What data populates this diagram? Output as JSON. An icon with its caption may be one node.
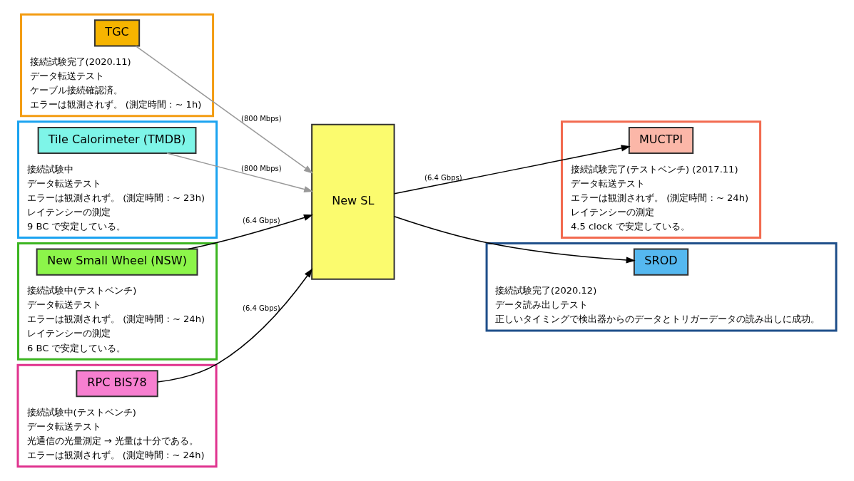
{
  "diagram": {
    "nodes": [
      {
        "text": [
          "接続試験完了(2020.11)",
          "データ転送テスト",
          "ケーブル接続確認済。",
          "エラーは観測されず。 (測定時間 : ~ 1h)"
        ]
      },
      {
        "text": [
          "TGC"
        ],
        "in": 0
      },
      {
        "text": [
          "接続試験中",
          "データ転送テスト",
          "エラーは観測されず。 (測定時間 : ~ 23h)",
          "レイテンシーの測定",
          "9 BC で安定している。"
        ]
      },
      {
        "text": [
          "Tile Calorimeter (TMDB)"
        ],
        "in": 2
      },
      {
        "text": [
          "New SL"
        ]
      },
      {
        "text": [
          "接続試験完了(テストベンチ) (2017.11)",
          "データ転送テスト",
          "エラーは観測されず。 (測定時間 : ~ 24h)",
          "レイテンシーの測定",
          "4.5 clock で安定している。"
        ]
      },
      {
        "text": [
          "MUCTPI"
        ],
        "in": 5
      },
      {
        "text": [
          "接続試験中(テストベンチ)",
          "データ転送テスト",
          "エラーは観測されず。 (測定時間 : ~ 24h)",
          "レイテンシーの測定",
          "6 BC で安定している。"
        ]
      },
      {
        "text": [
          "New Small Wheel (NSW)"
        ],
        "in": 7
      },
      {
        "text": [
          "接続試験中(テストベンチ)",
          "データ転送テスト",
          "光通信の光量測定 → 光量は十分である。",
          "エラーは観測されず。 (測定時間 : ~ 24h)"
        ]
      },
      {
        "text": [
          "RPC BIS78"
        ],
        "in": 9
      },
      {
        "text": [
          "接続試験完了(2020.12)",
          "データ読み出しテスト",
          "正しいタイミングで検出器からのデータとトリガーデータの読み出しに成功。"
        ]
      },
      {
        "text": [
          "SROD"
        ],
        "in": 11
      }
    ],
    "edges": [
      {
        "from": 1,
        "to": 4,
        "arrow": "to",
        "label": "(800 Mbps)",
        "color": "#999999"
      },
      {
        "from": 3,
        "to": 4,
        "arrow": "to",
        "label": "(800 Mbps)",
        "color": "#999999"
      },
      {
        "from": 8,
        "to": 4,
        "arrow": "to",
        "label": "(6.4 Gbps)"
      },
      {
        "from": 10,
        "to": 4,
        "arrow": "to",
        "label": "(6.4 Gbps)"
      },
      {
        "from": 4,
        "to": 6,
        "arrow": "to",
        "label": "(6.4 Gbps)"
      },
      {
        "from": 4,
        "to": 12,
        "arrow": "to"
      }
    ]
  }
}
